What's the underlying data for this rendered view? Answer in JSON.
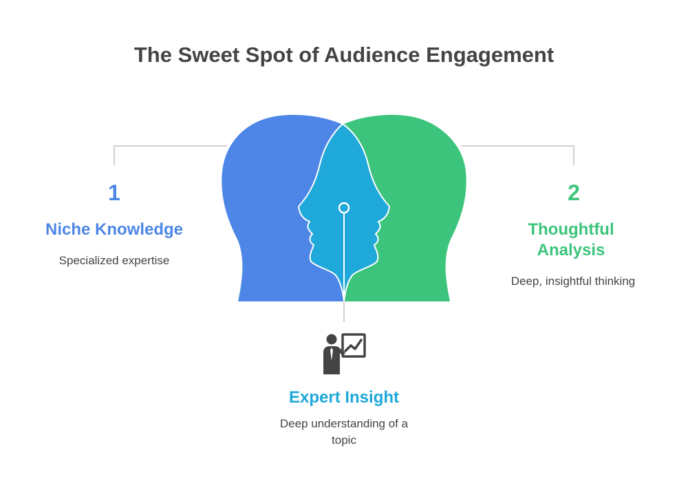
{
  "title": "The Sweet Spot of Audience Engagement",
  "colors": {
    "blue": "#4d86e6",
    "green": "#3cc47c",
    "cyan": "#1fa8da",
    "connector": "#d0d0d0",
    "text_dark": "#444444"
  },
  "left": {
    "number": "1",
    "heading": "Niche Knowledge",
    "description": "Specialized expertise"
  },
  "right": {
    "number": "2",
    "heading_line1": "Thoughtful",
    "heading_line2": "Analysis",
    "description": "Deep, insightful thinking"
  },
  "center": {
    "icon": "presenter-chart-icon",
    "heading": "Expert Insight",
    "description_line1": "Deep understanding of a",
    "description_line2": "topic"
  }
}
